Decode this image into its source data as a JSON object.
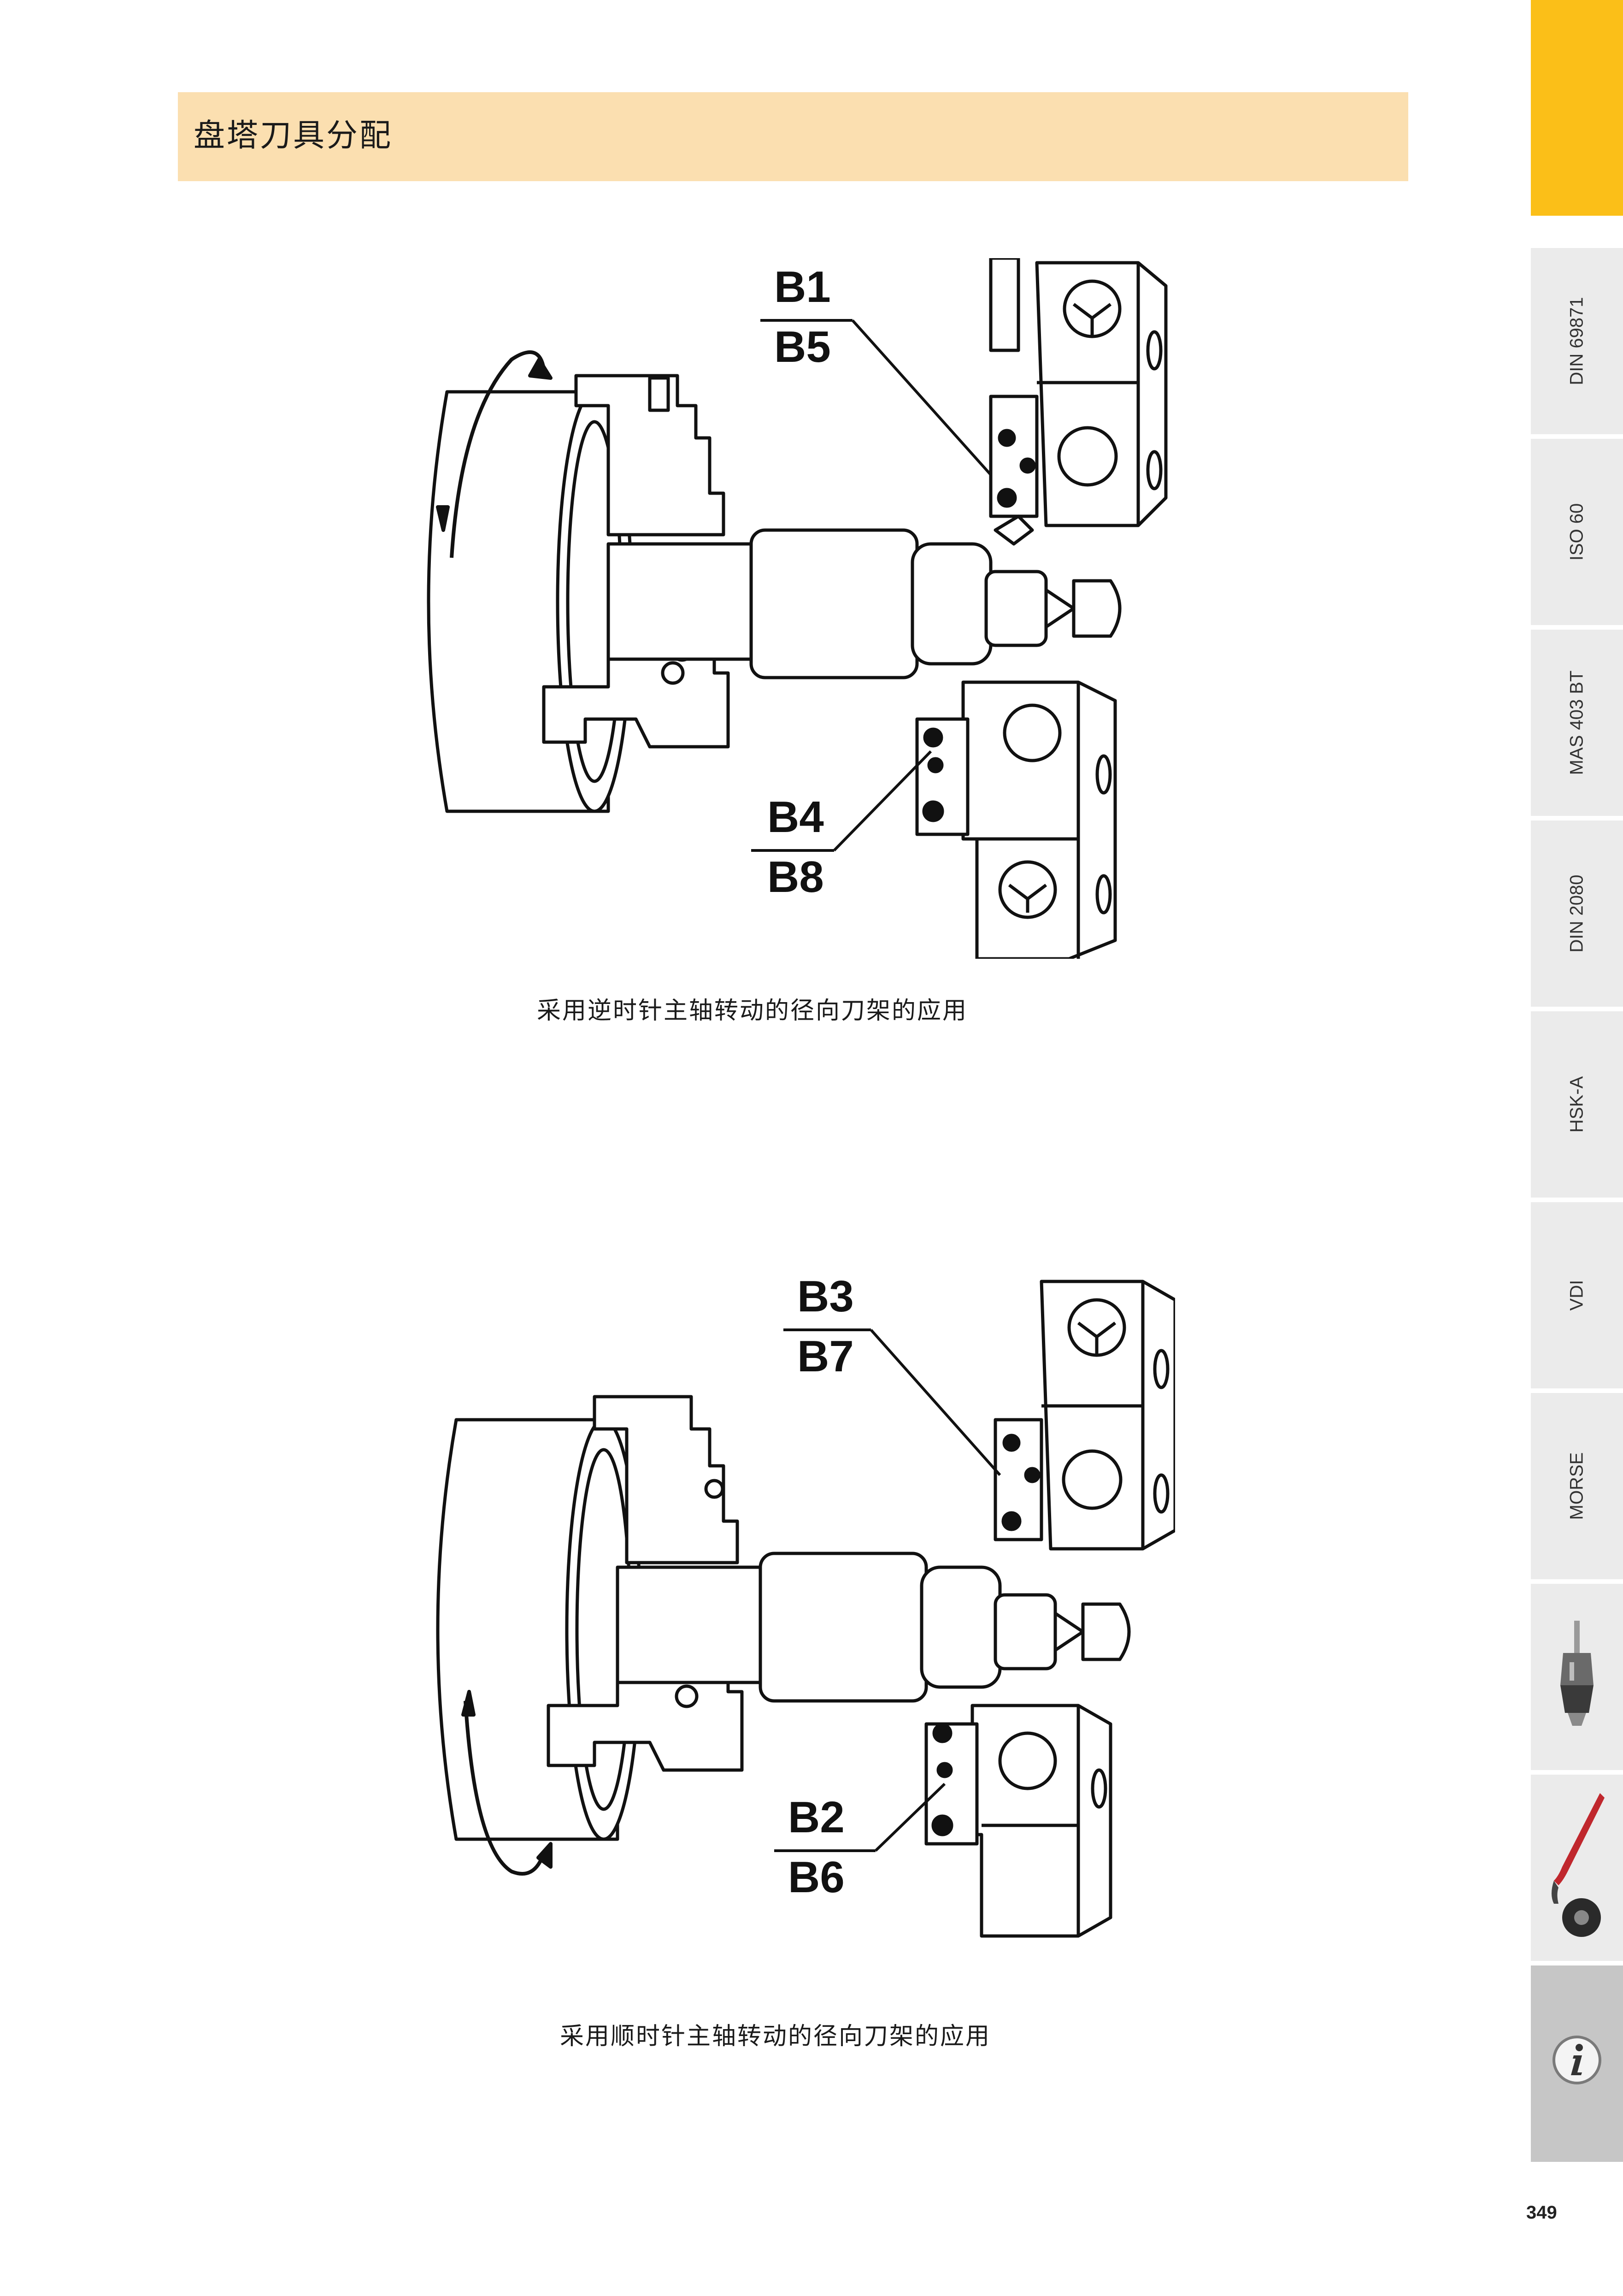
{
  "header": {
    "title": "盘塔刀具分配"
  },
  "figure_top": {
    "label_upper_1": "B1",
    "label_upper_2": "B5",
    "label_lower_1": "B4",
    "label_lower_2": "B8",
    "caption": "采用逆时针主轴转动的径向刀架的应用"
  },
  "figure_bottom": {
    "label_upper_1": "B3",
    "label_upper_2": "B7",
    "label_lower_1": "B2",
    "label_lower_2": "B6",
    "caption": "采用顺时针主轴转动的径向刀架的应用"
  },
  "sidebar": {
    "tabs": [
      {
        "label": "DIN 69871",
        "icon": ""
      },
      {
        "label": "ISO 60",
        "icon": ""
      },
      {
        "label": "MAS 403 BT",
        "icon": ""
      },
      {
        "label": "DIN 2080",
        "icon": ""
      },
      {
        "label": "HSK-A",
        "icon": ""
      },
      {
        "label": "VDI",
        "icon": ""
      },
      {
        "label": "MORSE",
        "icon": ""
      },
      {
        "label": "",
        "icon": "drill-chuck-icon"
      },
      {
        "label": "",
        "icon": "wrench-collet-nut-icon"
      },
      {
        "label": "",
        "icon": "info-icon"
      }
    ],
    "accent_color": "#fbbf18",
    "tab_color": "#ebebeb"
  },
  "page_number": "349"
}
